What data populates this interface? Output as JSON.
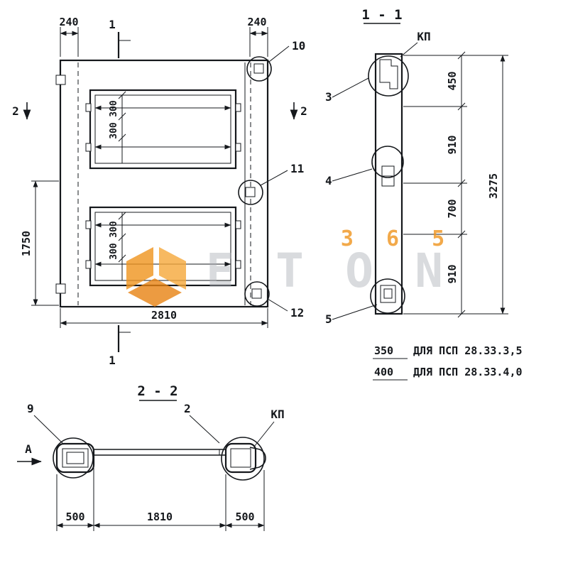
{
  "drawing": {
    "plan": {
      "dim_top_left": "240",
      "dim_top_right": "240",
      "dim_width": "2810",
      "dim_left_height": "1750",
      "dim_opening_1a": "300",
      "dim_opening_1b": "300",
      "dim_opening_2a": "300",
      "dim_opening_2b": "300",
      "section_mark_1_top": "1",
      "section_mark_1_bottom": "1",
      "section_mark_2_left": "2",
      "section_mark_2_right": "2",
      "callout_10": "10",
      "callout_11": "11",
      "callout_12": "12"
    },
    "section_1_1": {
      "title": "1 - 1",
      "kp_label": "КП",
      "callout_3": "3",
      "callout_4": "4",
      "callout_5": "5",
      "dim_450": "450",
      "dim_910_top": "910",
      "dim_700": "700",
      "dim_910_bottom": "910",
      "dim_total": "3275",
      "note_1_value": "350",
      "note_1_text": "ДЛЯ ПСП 28.33.3,5",
      "note_2_value": "400",
      "note_2_text": "ДЛЯ ПСП 28.33.4,0"
    },
    "section_2_2": {
      "title": "2 - 2",
      "kp_label": "КП",
      "callout_9": "9",
      "callout_2": "2",
      "view_arrow_label": "А",
      "dim_left": "500",
      "dim_mid": "1810",
      "dim_right": "500"
    },
    "watermark": {
      "digits": "3 6 5",
      "brand": "ETON",
      "orange": "#f0941e",
      "gray": "#a9aeb4"
    }
  }
}
